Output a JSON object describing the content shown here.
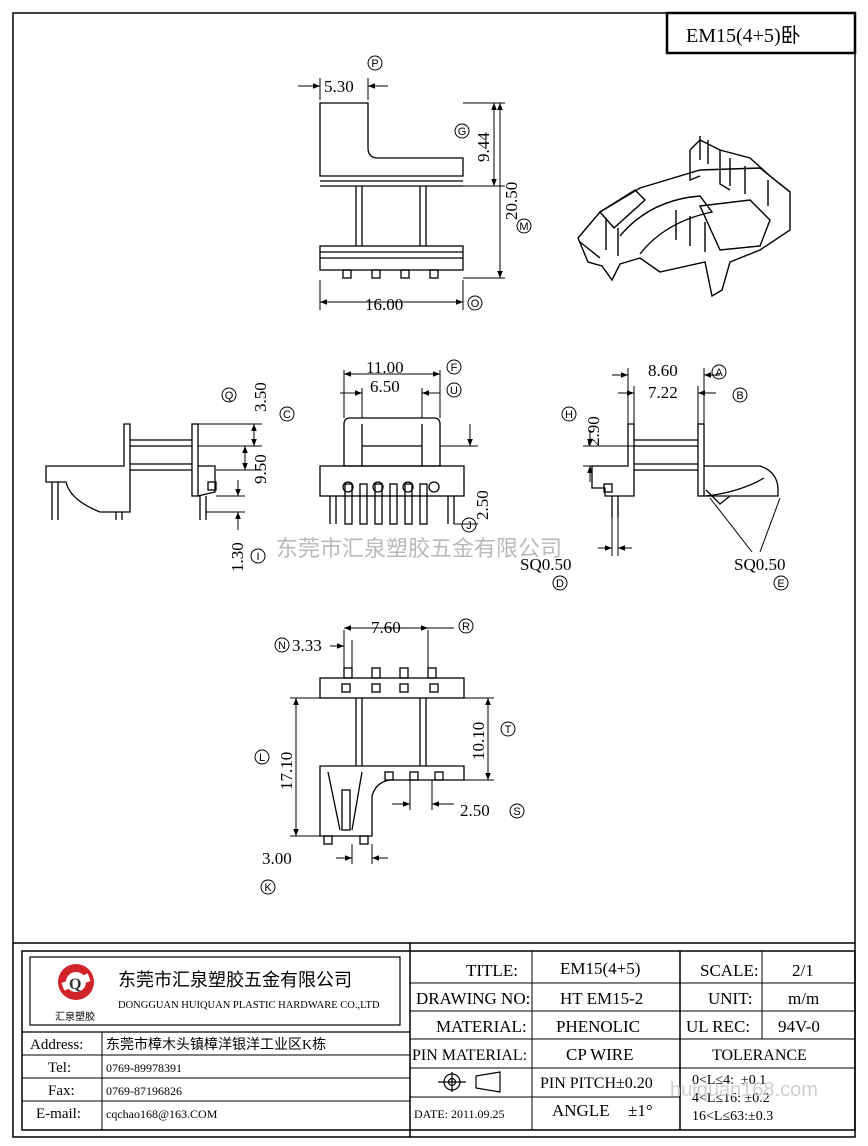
{
  "header": {
    "part_code": "EM15(4+5)卧"
  },
  "views": {
    "front": {
      "dims": [
        "5.30",
        "9.44",
        "20.50",
        "16.00"
      ],
      "markers": [
        "P",
        "G",
        "M",
        "O"
      ]
    },
    "side_left": {
      "dims": [
        "3.50",
        "9.50",
        "1.30"
      ],
      "markers": [
        "Q",
        "C",
        "I"
      ]
    },
    "front_mid": {
      "dims": [
        "11.00",
        "6.50",
        "2.50"
      ],
      "markers": [
        "F",
        "U",
        "J"
      ]
    },
    "side_right": {
      "dims": [
        "8.60",
        "7.22",
        "2.90",
        "SQ0.50",
        "SQ0.50"
      ],
      "markers": [
        "A",
        "B",
        "H",
        "D",
        "E"
      ]
    },
    "bottom": {
      "dims": [
        "3.33",
        "7.60",
        "10.10",
        "17.10",
        "2.50",
        "3.00"
      ],
      "markers": [
        "N",
        "R",
        "T",
        "L",
        "S",
        "K"
      ]
    }
  },
  "watermark": {
    "company_cn": "东莞市汇泉塑胶五金有限公司",
    "site": "huiquan168.com"
  },
  "company": {
    "logo_letter": "Q",
    "logo_caption": "汇泉塑胶",
    "name_cn": "东莞市汇泉塑胶五金有限公司",
    "name_en": "DONGGUAN HUIQUAN PLASTIC HARDWARE CO.,LTD"
  },
  "contact": {
    "address_label": "Address:",
    "address": "东莞市樟木头镇樟洋银洋工业区K栋",
    "tel_label": "Tel:",
    "tel": "0769-89978391",
    "fax_label": "Fax:",
    "fax": "0769-87196826",
    "email_label": "E-mail:",
    "email": "cqchao168@163.COM"
  },
  "title_block": {
    "title_label": "TITLE:",
    "title": "EM15(4+5)",
    "drawing_no_label": "DRAWING NO:",
    "drawing_no": "HT EM15-2",
    "material_label": "MATERIAL:",
    "material": "PHENOLIC",
    "pin_material_label": "PIN MATERIAL:",
    "pin_material": "CP WIRE",
    "pin_pitch": "PIN PITCH±0.20",
    "date": "DATE: 2011.09.25",
    "angle_label": "ANGLE",
    "angle": "±1°",
    "scale_label": "SCALE:",
    "scale": "2/1",
    "unit_label": "UNIT:",
    "unit": "m/m",
    "ul_rec_label": "UL REC:",
    "ul_rec": "94V-0",
    "tolerance_label": "TOLERANCE",
    "tolerances": [
      "0<L≤4:  ±0.1",
      "4<L≤16: ±0.2",
      "16<L≤63:±0.3"
    ]
  }
}
